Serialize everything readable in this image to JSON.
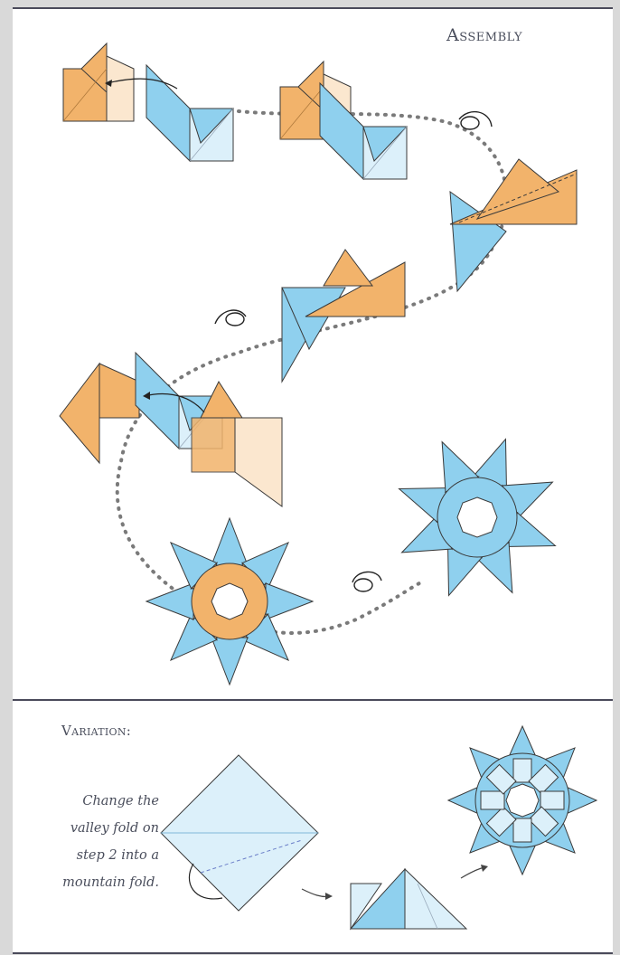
{
  "assembly": {
    "title": "Assembly"
  },
  "variation": {
    "title": "Variation:",
    "note": "Change the\nvalley fold on\nstep 2 into a\nmountain fold."
  },
  "colors": {
    "page_background": "#d9d9d9",
    "panel_background": "#ffffff",
    "rule": "#4a4a5a",
    "orange": "#f2b36b",
    "blue": "#8fd0ee",
    "light_blue": "#dcf0fa",
    "cream": "#fbe7cf",
    "outline": "#3a3a3a",
    "dots": "#7a7a7a"
  },
  "icons": {
    "flip_arrow": "flip-over-icon",
    "curved_arrow": "curved-arrow-icon"
  }
}
